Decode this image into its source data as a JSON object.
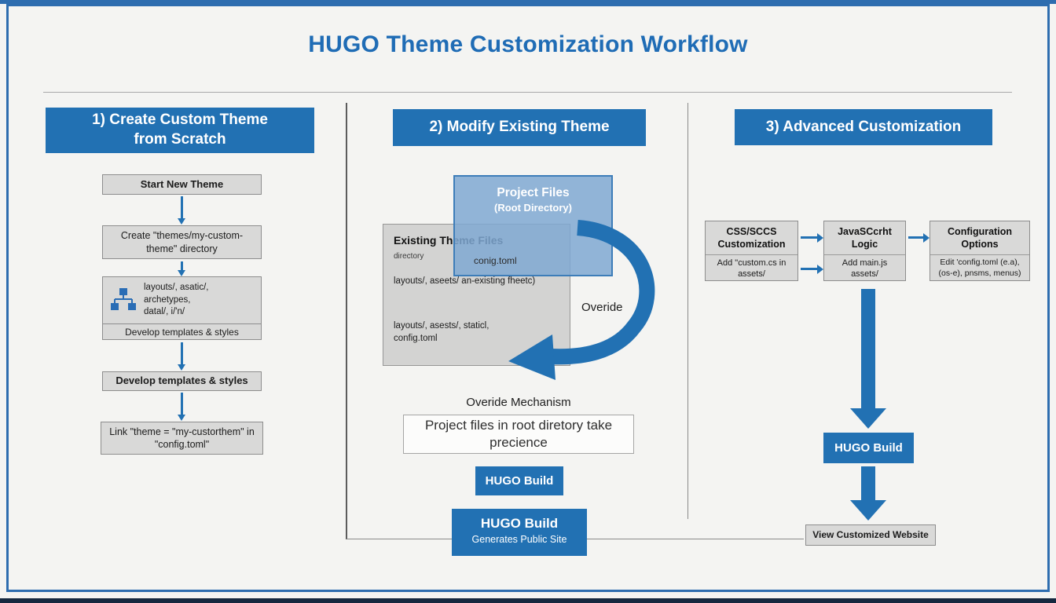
{
  "title": "HUGO Theme Customization Workflow",
  "colors": {
    "accent_blue": "#2271b3",
    "title_blue": "#1f6cb5",
    "box_gray": "#d9d9d8",
    "overlay_blue": "#7fa8d2",
    "frame_blue": "#2e6daf"
  },
  "col1": {
    "header": "1) Create Custom Theme\nfrom Scratch",
    "step1": "Start New Theme",
    "step2": "Create \"themes/my-custom-\ntheme\" directory",
    "tree_text": "layouts/, asatic/,\narchetypes,\ndatal/, i/'n/",
    "tree_footer": "Develop templates & styles",
    "step4": "Develop templates & styles",
    "step5": "Link \"theme = \"my-custorthem\" in\n\"config.toml\""
  },
  "col2": {
    "header": "2) Modify Existing Theme",
    "project_title": "Project Files",
    "project_sub": "(Root Directory)",
    "config_label": "conig.toml",
    "existing_title": "Existing Theme Files",
    "existing_sub": "directory",
    "existing_line1": "layouts/, aseets/ an-existing fheetc)",
    "existing_line2": "layouts/, asests/, staticl,\nconfig.toml",
    "override_label": "Overide",
    "mechanism_label": "Overide Mechanism",
    "precedence_text": "Project files in root diretory take\nprecience",
    "build_button": "HUGO Build",
    "build_box_title": "HUGO Build",
    "build_box_sub": "Generates Public Site"
  },
  "col3": {
    "header": "3) Advanced Customization",
    "box1_title": "CSS/SCCS\nCustomization",
    "box1_body": "Add \"custom.cs in\nassets/",
    "box2_title": "JavaSCcrht\nLogic",
    "box2_body": "Add main.js\nassets/",
    "box3_title": "Configuration\nOptions",
    "box3_body": "Edit 'config.toml (e.a),\n(os-e), pnsms, menus)",
    "build_label": "HUGO Build",
    "result_label": "View Customized Website"
  }
}
